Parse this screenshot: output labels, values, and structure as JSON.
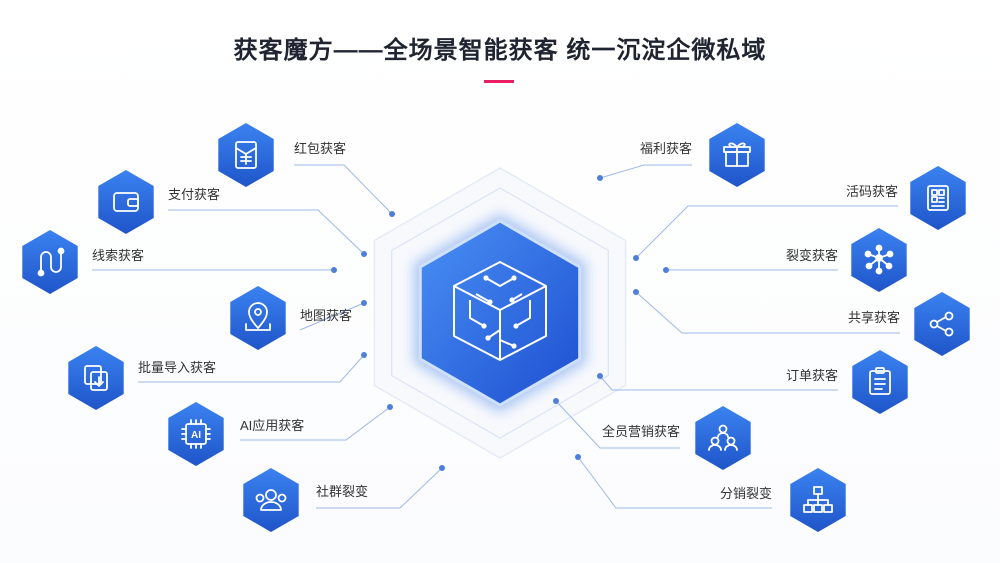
{
  "title": "获客魔方——全场景智能获客 统一沉淀企微私域",
  "colors": {
    "accent": "#e91e63",
    "hex_blue": "#2462d6",
    "line": "#9db8e8",
    "title": "#1f2430"
  },
  "center": {
    "icon": "cube-circuit-icon"
  },
  "nodes_left": [
    {
      "label": "红包获客",
      "icon": "red-envelope-icon"
    },
    {
      "label": "支付获客",
      "icon": "wallet-icon"
    },
    {
      "label": "线索获客",
      "icon": "route-icon"
    },
    {
      "label": "地图获客",
      "icon": "map-pin-icon"
    },
    {
      "label": "批量导入获客",
      "icon": "batch-import-icon"
    },
    {
      "label": "AI应用获客",
      "icon": "ai-chip-icon"
    },
    {
      "label": "社群裂变",
      "icon": "community-icon"
    }
  ],
  "nodes_right": [
    {
      "label": "福利获客",
      "icon": "gift-icon"
    },
    {
      "label": "活码获客",
      "icon": "qr-code-icon"
    },
    {
      "label": "裂变获客",
      "icon": "fission-icon"
    },
    {
      "label": "共享获客",
      "icon": "share-icon"
    },
    {
      "label": "订单获客",
      "icon": "order-icon"
    },
    {
      "label": "全员营销获客",
      "icon": "team-icon"
    },
    {
      "label": "分销裂变",
      "icon": "hierarchy-icon"
    }
  ]
}
